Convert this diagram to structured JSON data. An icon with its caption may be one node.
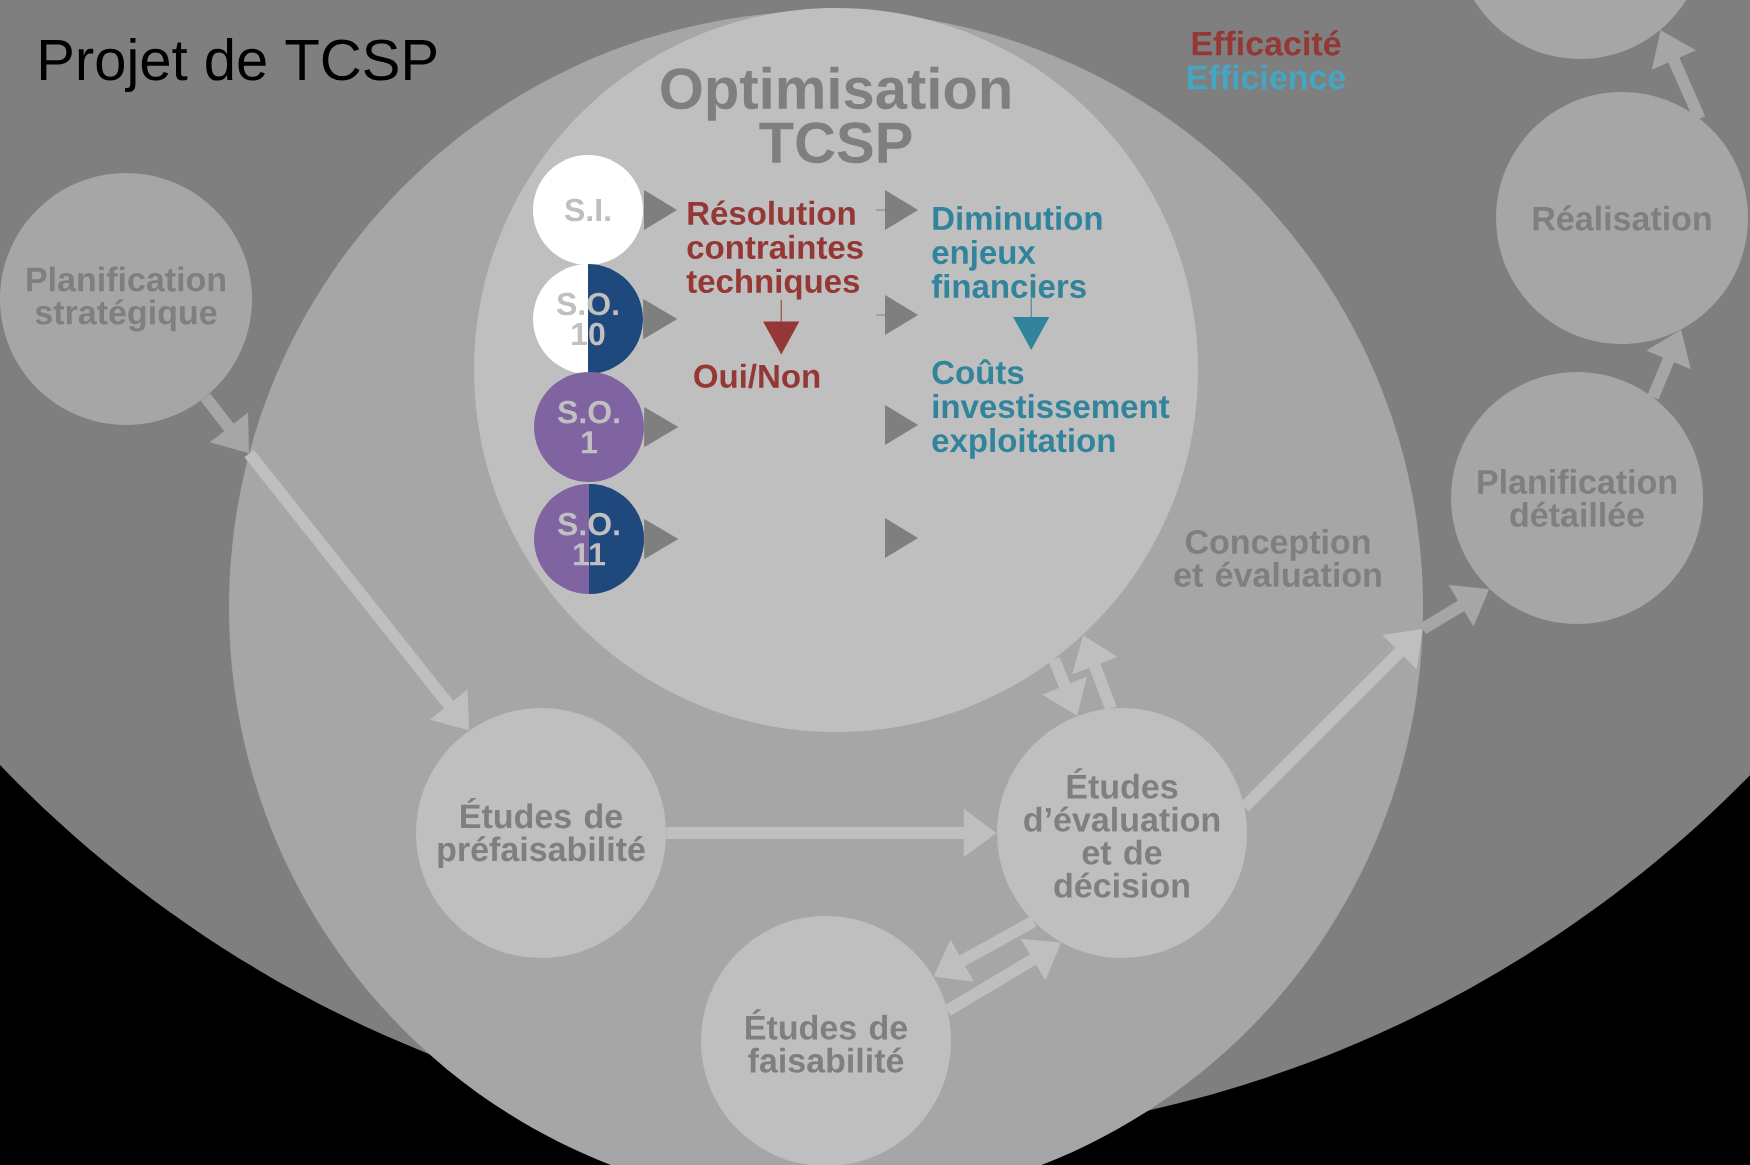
{
  "diagram": {
    "nodes": [
      {
        "text": [
          "Projet de TCSP"
        ]
      },
      {
        "text": [
          "Planification stratégique"
        ],
        "in": 0
      },
      {
        "text": [
          "Conception et évaluation"
        ],
        "in": 0
      },
      {
        "text": [
          "Optimisation TCSP"
        ],
        "in": 2
      },
      {
        "text": [
          "S.I."
        ],
        "in": 3
      },
      {
        "text": [
          "S.O. 10"
        ],
        "in": 3
      },
      {
        "text": [
          "S.O. 1"
        ],
        "in": 3
      },
      {
        "text": [
          "S.O. 11"
        ],
        "in": 3
      },
      {
        "text": [
          "Résolution contraintes techniques"
        ],
        "in": 3
      },
      {
        "text": [
          "Diminution enjeux financiers"
        ],
        "in": 3
      },
      {
        "text": [
          "Oui/Non"
        ],
        "in": 3
      },
      {
        "text": [
          "Coûts investissement exploitation"
        ],
        "in": 3
      },
      {
        "text": [
          "Études de préfaisabilité"
        ],
        "in": 2
      },
      {
        "text": [
          "Études d’évaluation et de décision"
        ],
        "in": 2
      },
      {
        "text": [
          "Études de faisabilité"
        ],
        "in": 2
      },
      {
        "text": [
          "Planification détaillée"
        ],
        "in": 0
      },
      {
        "text": [
          "Réalisation"
        ],
        "in": 0
      },
      {
        "text": [],
        "shape": "circle",
        "in": 0
      }
    ],
    "edges": [
      {
        "from": 1,
        "to": 2,
        "arrow": "to",
        "color": "#a6a6a6"
      },
      {
        "from": 2,
        "to": 12,
        "arrow": "to"
      },
      {
        "from": 12,
        "to": 13,
        "arrow": "to"
      },
      {
        "from": 3,
        "to": 13,
        "arrow": "to"
      },
      {
        "from": 13,
        "to": 3,
        "arrow": "to"
      },
      {
        "from": 13,
        "to": 14,
        "arrow": "to"
      },
      {
        "from": 14,
        "to": 13,
        "arrow": "to"
      },
      {
        "from": 13,
        "to": 2,
        "arrow": "to"
      },
      {
        "from": 2,
        "to": 15,
        "arrow": "to",
        "color": "#a6a6a6"
      },
      {
        "from": 15,
        "to": 16,
        "arrow": "to",
        "color": "#a6a6a6"
      },
      {
        "from": 16,
        "to": 17,
        "arrow": "to",
        "color": "#a6a6a6"
      },
      {
        "from": 4,
        "to": 8,
        "arrow": "to",
        "color": "#7f7f7f"
      },
      {
        "from": 8,
        "to": 9,
        "arrow": "to",
        "color": "#7f7f7f"
      },
      {
        "from": 8,
        "to": 9,
        "arrow": "to",
        "color": "#7f7f7f"
      },
      {
        "from": 5,
        "to": null,
        "arrow": "to",
        "color": "#7f7f7f"
      },
      {
        "from": 6,
        "to": null,
        "arrow": "to",
        "color": "#7f7f7f"
      },
      {
        "from": 7,
        "to": null,
        "arrow": "to",
        "color": "#7f7f7f"
      },
      {
        "from": null,
        "to": 11,
        "arrow": "to",
        "color": "#7f7f7f"
      },
      {
        "from": 8,
        "to": 10,
        "arrow": "to",
        "color": "#953735"
      },
      {
        "from": 9,
        "to": 11,
        "arrow": "to",
        "color": "#31849b"
      }
    ],
    "labels": [
      "Efficacité",
      "Efficience"
    ]
  }
}
